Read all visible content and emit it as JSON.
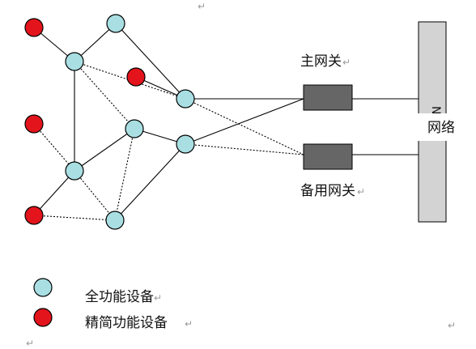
{
  "colors": {
    "full_function_device": "#a9dfe3",
    "reduced_function_device": "#e3141c",
    "gateway": "#666666",
    "network_bar": "#d3d3d3",
    "line": "#000000"
  },
  "labels": {
    "main_gateway": "主网关",
    "backup_gateway": "备用网关",
    "network": "网络",
    "network_vertical_fragment": "N k"
  },
  "legend": {
    "items": [
      {
        "label": "全功能设备",
        "kind": "full"
      },
      {
        "label": "精简功能设备",
        "kind": "reduced"
      }
    ]
  },
  "paragraph_mark": "↵",
  "nodes": [
    {
      "id": "r1",
      "kind": "reduced"
    },
    {
      "id": "f1",
      "kind": "full"
    },
    {
      "id": "f2",
      "kind": "full"
    },
    {
      "id": "r2",
      "kind": "reduced"
    },
    {
      "id": "f3",
      "kind": "full"
    },
    {
      "id": "r3",
      "kind": "reduced"
    },
    {
      "id": "f4",
      "kind": "full"
    },
    {
      "id": "f5",
      "kind": "full"
    },
    {
      "id": "f6",
      "kind": "full"
    },
    {
      "id": "r4",
      "kind": "reduced"
    },
    {
      "id": "f7",
      "kind": "full"
    }
  ],
  "links": [
    {
      "from": "r1",
      "to": "f2",
      "style": "solid"
    },
    {
      "from": "f1",
      "to": "f2",
      "style": "solid"
    },
    {
      "from": "f1",
      "to": "f3",
      "style": "solid"
    },
    {
      "from": "r2",
      "to": "f3",
      "style": "solid"
    },
    {
      "from": "f2",
      "to": "f3",
      "style": "dotted"
    },
    {
      "from": "f2",
      "to": "f6",
      "style": "solid"
    },
    {
      "from": "f2",
      "to": "f4",
      "style": "dotted"
    },
    {
      "from": "r3",
      "to": "f6",
      "style": "dotted"
    },
    {
      "from": "f6",
      "to": "f4",
      "style": "solid"
    },
    {
      "from": "f6",
      "to": "f7",
      "style": "dotted"
    },
    {
      "from": "r4",
      "to": "f6",
      "style": "solid"
    },
    {
      "from": "r4",
      "to": "f7",
      "style": "dotted"
    },
    {
      "from": "f4",
      "to": "f5",
      "style": "solid"
    },
    {
      "from": "f4",
      "to": "f7",
      "style": "dotted"
    },
    {
      "from": "f5",
      "to": "f7",
      "style": "solid"
    },
    {
      "from": "f3",
      "to": "main_gateway",
      "style": "solid"
    },
    {
      "from": "f3",
      "to": "backup_gateway",
      "style": "dotted"
    },
    {
      "from": "f5",
      "to": "main_gateway",
      "style": "solid"
    },
    {
      "from": "f5",
      "to": "backup_gateway",
      "style": "dotted"
    },
    {
      "from": "main_gateway",
      "to": "network",
      "style": "solid"
    },
    {
      "from": "backup_gateway",
      "to": "network",
      "style": "solid"
    }
  ]
}
